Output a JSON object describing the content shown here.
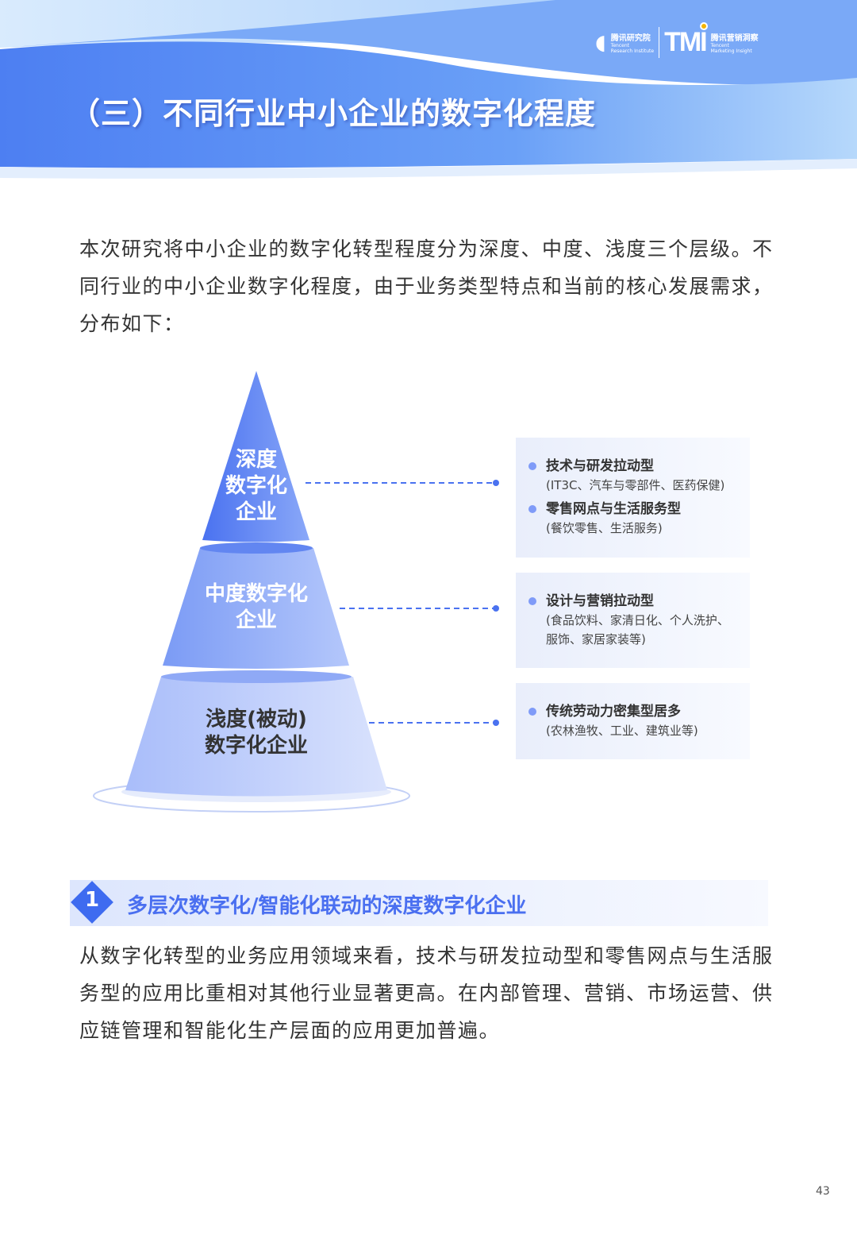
{
  "header": {
    "title": "（三）不同行业中小企业的数字化程度",
    "logo": {
      "tri_cn": "腾讯研究院",
      "tri_en1": "Tencent",
      "tri_en2": "Research Institute",
      "tmi": "TMI",
      "tmi_cn": "腾讯营销洞察",
      "tmi_en1": "Tencent",
      "tmi_en2": "Marketing Insight"
    }
  },
  "intro": "本次研究将中小企业的数字化转型程度分为深度、中度、浅度三个层级。不同行业的中小企业数字化程度，由于业务类型特点和当前的核心发展需求，分布如下：",
  "pyramid": {
    "levels": [
      {
        "label": "深度数字化企业",
        "lines": [
          "深度",
          "数字化",
          "企业"
        ]
      },
      {
        "label": "中度数字化企业",
        "lines": [
          "中度数字化",
          "企业"
        ]
      },
      {
        "label": "浅度(被动)数字化企业",
        "lines": [
          "浅度(被动)",
          "数字化企业"
        ]
      }
    ],
    "cards": [
      {
        "items": [
          {
            "title": "技术与研发拉动型",
            "sub": "(IT3C、汽车与零部件、医药保健)"
          },
          {
            "title": "零售网点与生活服务型",
            "sub": "(餐饮零售、生活服务)"
          }
        ]
      },
      {
        "items": [
          {
            "title": "设计与营销拉动型",
            "sub": "(食品饮料、家清日化、个人洗护、服饰、家居家装等)"
          }
        ]
      },
      {
        "items": [
          {
            "title": "传统劳动力密集型居多",
            "sub": "(农林渔牧、工业、建筑业等)"
          }
        ]
      }
    ]
  },
  "section": {
    "number": "1",
    "title": "多层次数字化/智能化联动的深度数字化企业"
  },
  "body": "从数字化转型的业务应用领域来看，技术与研发拉动型和零售网点与生活服务型的应用比重相对其他行业显著更高。在内部管理、营销、市场运营、供应链管理和智能化生产层面的应用更加普遍。",
  "page_number": "43",
  "colors": {
    "accent": "#3e6bf0",
    "header": "#5b8ef5"
  }
}
